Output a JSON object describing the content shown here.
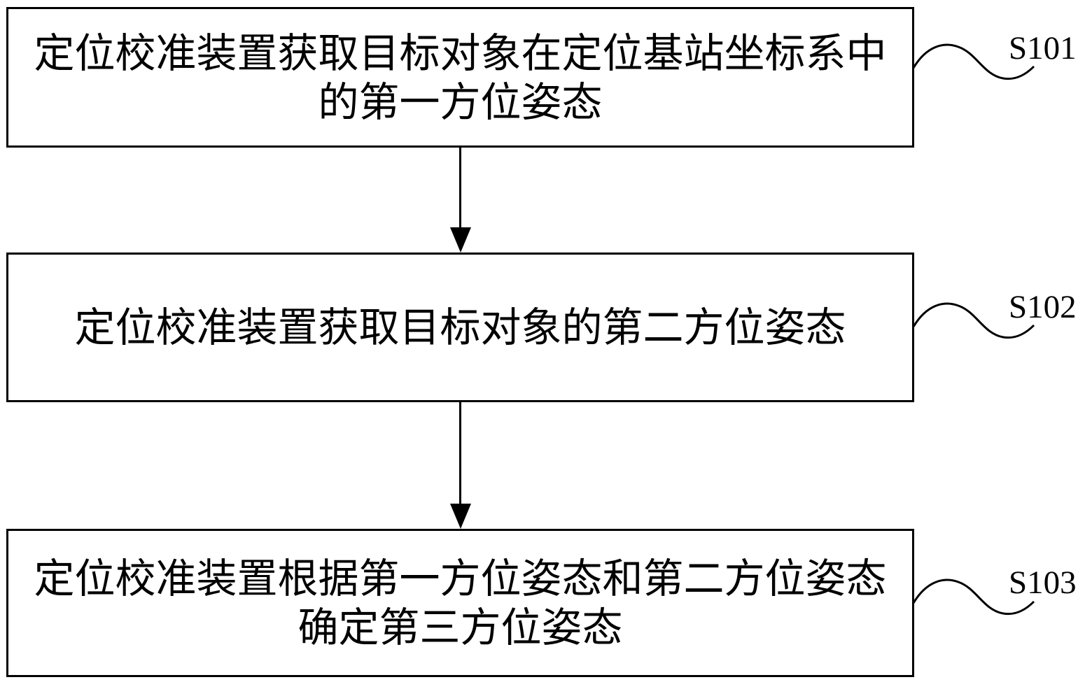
{
  "figure": {
    "background_color": "#ffffff",
    "stroke_color": "#000000",
    "type": "flowchart",
    "steps": [
      {
        "label": "S101",
        "text": "定位校准装置获取目标对象在定位基站坐标系中的第一方位姿态",
        "lines": [
          "定位校准装置获取目标对象在定位基站坐标系中",
          "的第一方位姿态"
        ]
      },
      {
        "label": "S102",
        "text": "定位校准装置获取目标对象的第二方位姿态",
        "lines": [
          "定位校准装置获取目标对象的第二方位姿态"
        ]
      },
      {
        "label": "S103",
        "text": "定位校准装置根据第一方位姿态和第二方位姿态确定第三方位姿态",
        "lines": [
          "定位校准装置根据第一方位姿态和第二方位姿态",
          "确定第三方位姿态"
        ]
      }
    ]
  }
}
